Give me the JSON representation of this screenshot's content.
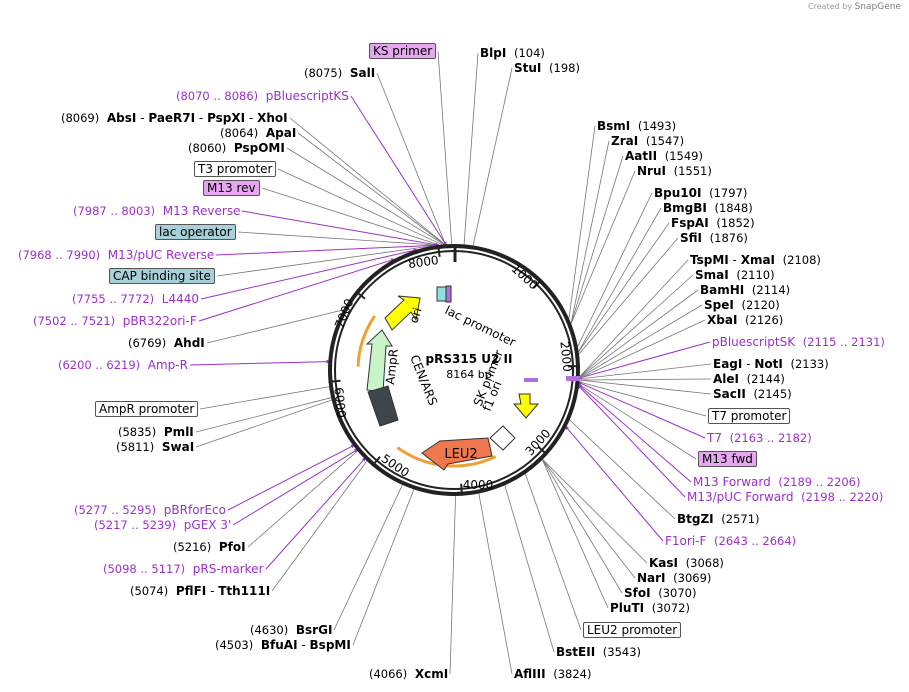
{
  "credit": {
    "prefix": "Created by",
    "brand": "SnapGene"
  },
  "plasmid": {
    "name": "pRS315 U2 II",
    "size": "8164 bp"
  },
  "ticks": [
    "1000",
    "2000",
    "3000",
    "4000",
    "5000",
    "6000",
    "7000",
    "8000"
  ],
  "inner_labels": {
    "ori": "ori",
    "lac_promoter": "lac promoter",
    "ampr": "AmpR",
    "cen_ars": "CEN/ARS",
    "leu2": "LEU2",
    "f1_ori": "f1 ori",
    "sk_primer": "SK primer"
  },
  "labels": [
    {
      "id": "ks-primer",
      "kind": "boxed",
      "style": "pink",
      "text": "KS primer"
    },
    {
      "id": "blpi",
      "kind": "site",
      "name": "BlpI",
      "coord": "(104)"
    },
    {
      "id": "stui",
      "kind": "site",
      "name": "StuI",
      "coord": "(198)"
    },
    {
      "id": "sali",
      "kind": "site",
      "name": "SalI",
      "coord": "(8075)",
      "left": true
    },
    {
      "id": "pbluescriptks",
      "kind": "feature",
      "text": "pBluescriptKS",
      "coord": "(8070 .. 8086)"
    },
    {
      "id": "absi",
      "kind": "multi",
      "coord": "(8069)",
      "names": [
        "AbsI",
        "PaeR7I",
        "PspXI",
        "XhoI"
      ]
    },
    {
      "id": "apai",
      "kind": "site",
      "name": "ApaI",
      "coord": "(8064)",
      "left": true
    },
    {
      "id": "pspomi",
      "kind": "site",
      "name": "PspOMI",
      "coord": "(8060)",
      "left": true
    },
    {
      "id": "t3-promoter",
      "kind": "boxed",
      "style": "white",
      "text": "T3 promoter"
    },
    {
      "id": "m13-rev",
      "kind": "boxed",
      "style": "pink",
      "text": "M13 rev"
    },
    {
      "id": "m13-reverse",
      "kind": "feature",
      "text": "M13 Reverse",
      "coord": "(7987 .. 8003)"
    },
    {
      "id": "lac-operator",
      "kind": "boxed",
      "style": "teal",
      "text": "lac operator"
    },
    {
      "id": "m13-puc-reverse",
      "kind": "feature",
      "text": "M13/pUC Reverse",
      "coord": "(7968 .. 7990)"
    },
    {
      "id": "cap-binding-site",
      "kind": "boxed",
      "style": "teal",
      "text": "CAP binding site"
    },
    {
      "id": "l4440",
      "kind": "feature",
      "text": "L4440",
      "coord": "(7755 .. 7772)"
    },
    {
      "id": "pbr322ori-f",
      "kind": "feature",
      "text": "pBR322ori-F",
      "coord": "(7502 .. 7521)"
    },
    {
      "id": "ahdi",
      "kind": "site",
      "name": "AhdI",
      "coord": "(6769)",
      "left": true
    },
    {
      "id": "amp-r",
      "kind": "feature",
      "text": "Amp-R",
      "coord": "(6200 .. 6219)"
    },
    {
      "id": "ampr-promoter",
      "kind": "boxed",
      "style": "white",
      "text": "AmpR promoter"
    },
    {
      "id": "pmli",
      "kind": "site",
      "name": "PmlI",
      "coord": "(5835)",
      "left": true
    },
    {
      "id": "swai",
      "kind": "site",
      "name": "SwaI",
      "coord": "(5811)",
      "left": true
    },
    {
      "id": "pbrforeco",
      "kind": "feature",
      "text": "pBRforEco",
      "coord": "(5277 .. 5295)"
    },
    {
      "id": "pgex3",
      "kind": "feature",
      "text": "pGEX 3'",
      "coord": "(5217 .. 5239)"
    },
    {
      "id": "pfoi",
      "kind": "site",
      "name": "PfoI",
      "coord": "(5216)",
      "left": true
    },
    {
      "id": "prs-marker",
      "kind": "feature",
      "text": "pRS-marker",
      "coord": "(5098 .. 5117)"
    },
    {
      "id": "pflfi",
      "kind": "multi",
      "coord": "(5074)",
      "names": [
        "PflFI",
        "Tth111I"
      ]
    },
    {
      "id": "bsrgi",
      "kind": "site",
      "name": "BsrGI",
      "coord": "(4630)",
      "left": true
    },
    {
      "id": "bfuai",
      "kind": "multi",
      "coord": "(4503)",
      "names": [
        "BfuAI",
        "BspMI"
      ]
    },
    {
      "id": "xcmi",
      "kind": "site",
      "name": "XcmI",
      "coord": "(4066)",
      "left": true
    },
    {
      "id": "afliii",
      "kind": "site",
      "name": "AflIII",
      "coord": "(3824)"
    },
    {
      "id": "bsteii",
      "kind": "site",
      "name": "BstEII",
      "coord": "(3543)"
    },
    {
      "id": "leu2-promoter",
      "kind": "boxed",
      "style": "white",
      "text": "LEU2 promoter"
    },
    {
      "id": "pluti",
      "kind": "site",
      "name": "PluTI",
      "coord": "(3072)"
    },
    {
      "id": "sfoi",
      "kind": "site",
      "name": "SfoI",
      "coord": "(3070)"
    },
    {
      "id": "nari",
      "kind": "site",
      "name": "NarI",
      "coord": "(3069)"
    },
    {
      "id": "kasi",
      "kind": "site",
      "name": "KasI",
      "coord": "(3068)"
    },
    {
      "id": "f1ori-f",
      "kind": "feature",
      "text": "F1ori-F",
      "coord": "(2643 .. 2664)",
      "rightcoord": true
    },
    {
      "id": "btgzi",
      "kind": "site",
      "name": "BtgZI",
      "coord": "(2571)"
    },
    {
      "id": "m13-puc-forward",
      "kind": "feature",
      "text": "M13/pUC Forward",
      "coord": "(2198 .. 2220)",
      "rightcoord": true
    },
    {
      "id": "m13-forward",
      "kind": "feature",
      "text": "M13 Forward",
      "coord": "(2189 .. 2206)",
      "rightcoord": true
    },
    {
      "id": "m13-fwd",
      "kind": "boxed",
      "style": "pink",
      "text": "M13 fwd"
    },
    {
      "id": "t7",
      "kind": "feature",
      "text": "T7",
      "coord": "(2163 .. 2182)",
      "rightcoord": true
    },
    {
      "id": "t7-promoter",
      "kind": "boxed",
      "style": "white",
      "text": "T7 promoter"
    },
    {
      "id": "sacii",
      "kind": "site",
      "name": "SacII",
      "coord": "(2145)"
    },
    {
      "id": "alei",
      "kind": "site",
      "name": "AleI",
      "coord": "(2144)"
    },
    {
      "id": "eagi",
      "kind": "multi",
      "coord": "(2133)",
      "names": [
        "EagI",
        "NotI"
      ],
      "rightcoord": true
    },
    {
      "id": "pbluescriptsk",
      "kind": "feature",
      "text": "pBluescriptSK",
      "coord": "(2115 .. 2131)",
      "rightcoord": true
    },
    {
      "id": "xbai",
      "kind": "site",
      "name": "XbaI",
      "coord": "(2126)"
    },
    {
      "id": "spei",
      "kind": "site",
      "name": "SpeI",
      "coord": "(2120)"
    },
    {
      "id": "bamhi",
      "kind": "site",
      "name": "BamHI",
      "coord": "(2114)"
    },
    {
      "id": "smai",
      "kind": "site",
      "name": "SmaI",
      "coord": "(2110)"
    },
    {
      "id": "tspmi",
      "kind": "multi",
      "coord": "(2108)",
      "names": [
        "TspMI",
        "XmaI"
      ],
      "rightcoord": true
    },
    {
      "id": "sfii",
      "kind": "site",
      "name": "SfiI",
      "coord": "(1876)"
    },
    {
      "id": "fspai",
      "kind": "site",
      "name": "FspAI",
      "coord": "(1852)"
    },
    {
      "id": "bmgbi",
      "kind": "site",
      "name": "BmgBI",
      "coord": "(1848)"
    },
    {
      "id": "bpu10i",
      "kind": "site",
      "name": "Bpu10I",
      "coord": "(1797)"
    },
    {
      "id": "nrui",
      "kind": "site",
      "name": "NruI",
      "coord": "(1551)"
    },
    {
      "id": "aatii",
      "kind": "site",
      "name": "AatII",
      "coord": "(1549)"
    },
    {
      "id": "zrai",
      "kind": "site",
      "name": "ZraI",
      "coord": "(1547)"
    },
    {
      "id": "bsmi",
      "kind": "site",
      "name": "BsmI",
      "coord": "(1493)"
    }
  ]
}
